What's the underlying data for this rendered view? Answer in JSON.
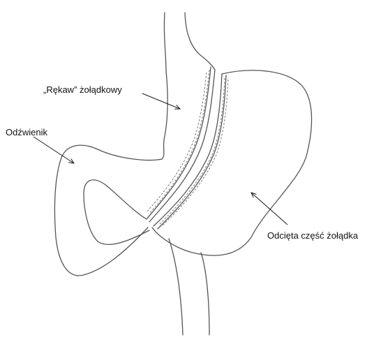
{
  "labels": {
    "sleeve": "„Rękaw” żołądkowy",
    "duodenum": "Odźwienik",
    "removed_part": "Odcięta część żołądka"
  },
  "colors": {
    "outline": "#555555",
    "staple_line": "#6d6d6d",
    "arrow": "#1a1a1a",
    "text": "#111111"
  }
}
